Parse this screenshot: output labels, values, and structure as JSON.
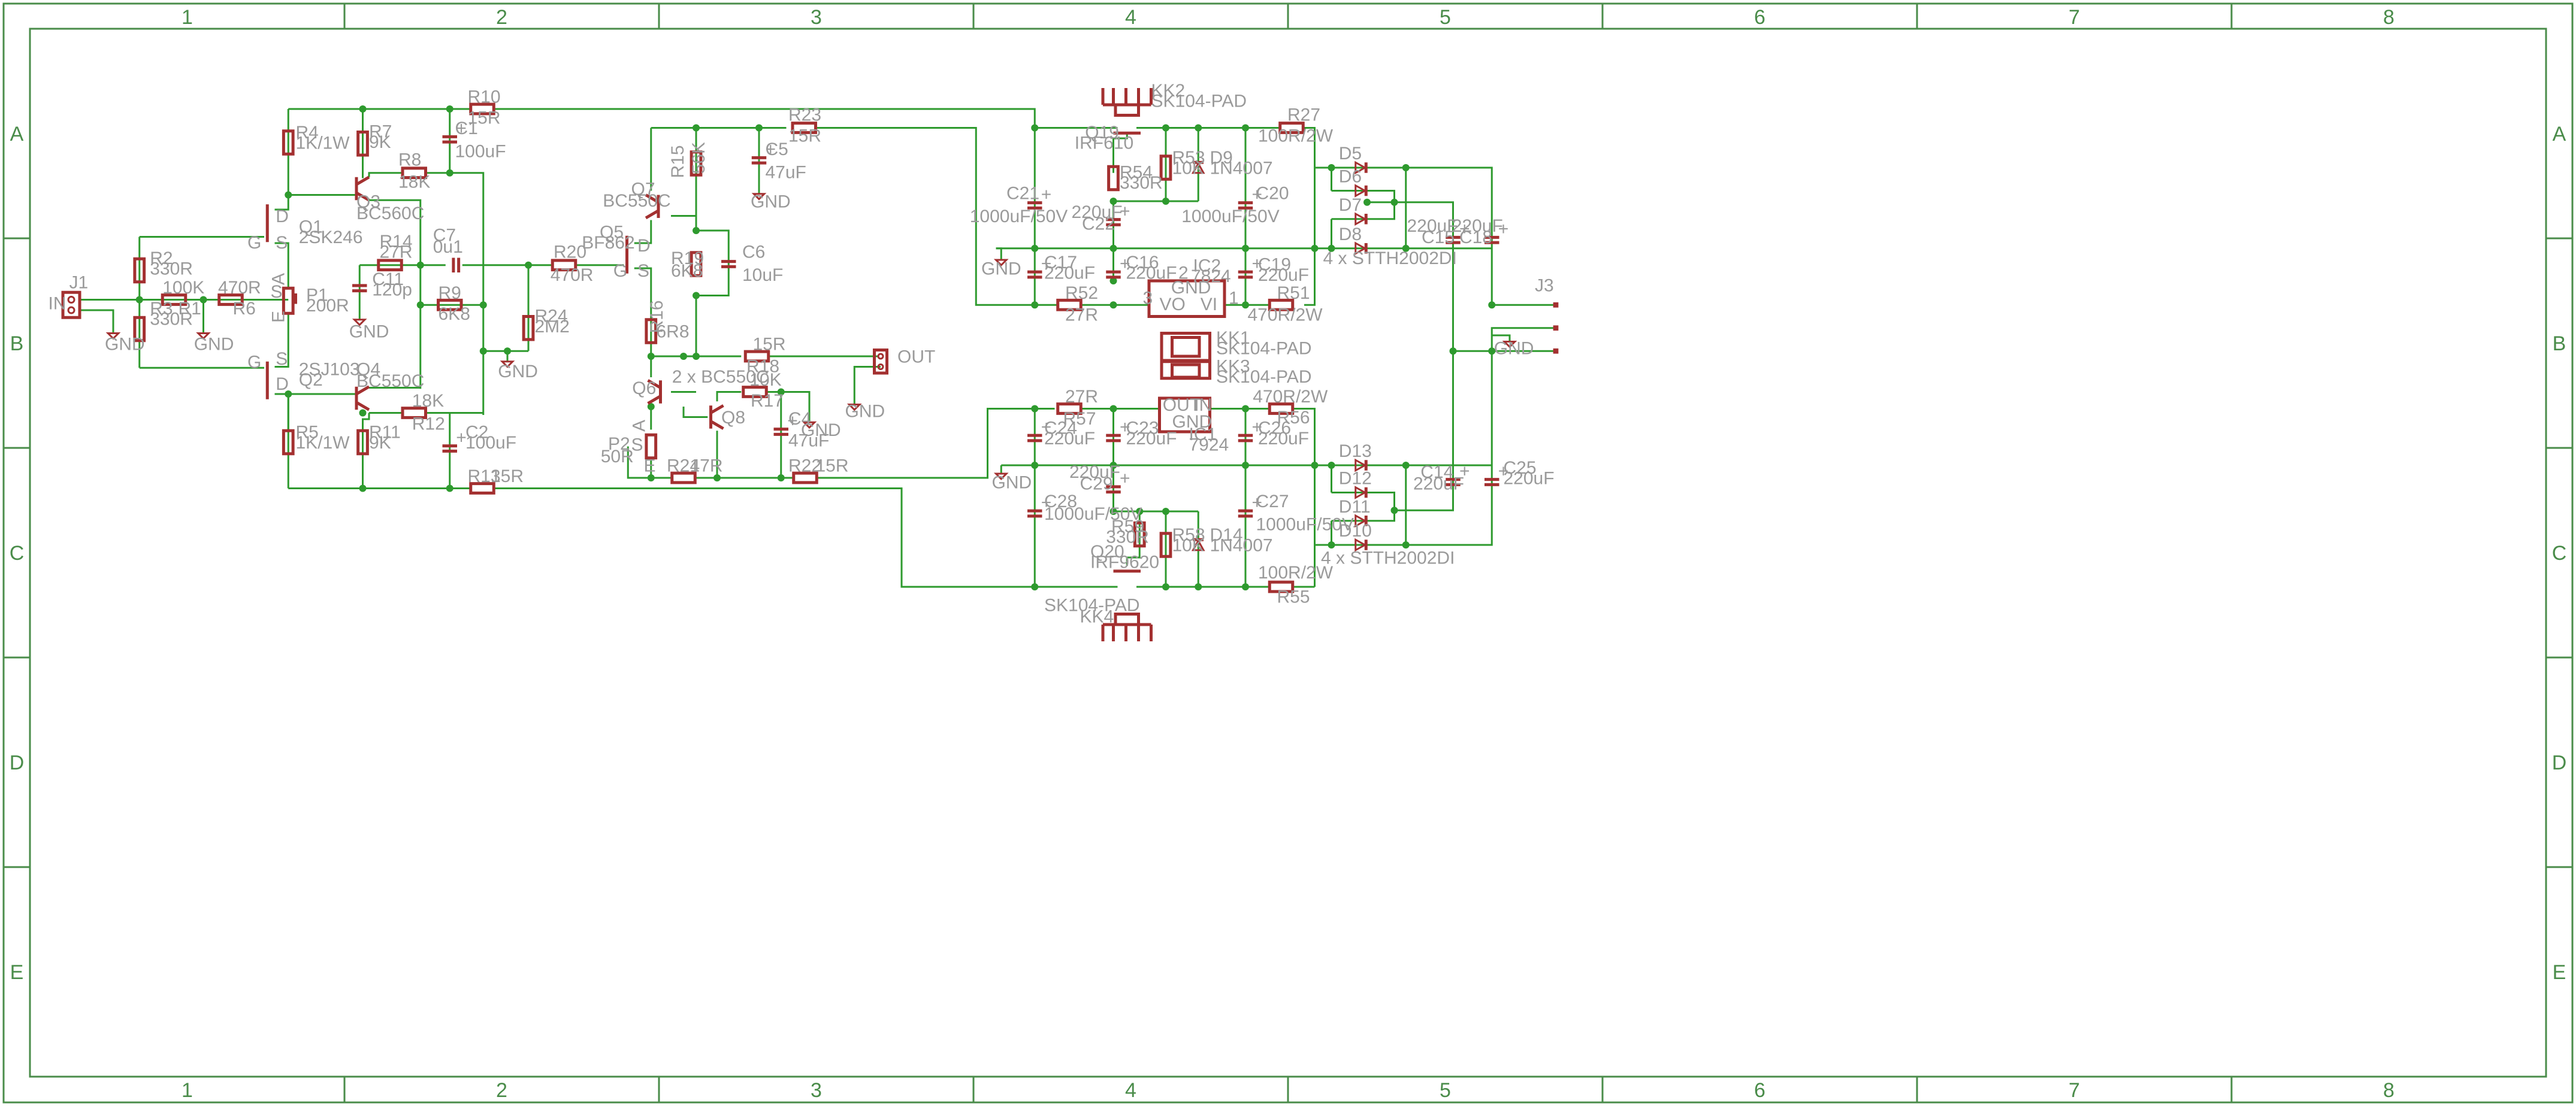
{
  "frame": {
    "columns": [
      "1",
      "2",
      "3",
      "4",
      "5",
      "6",
      "7",
      "8"
    ],
    "rows": [
      "A",
      "B",
      "C",
      "D",
      "E"
    ]
  },
  "colors": {
    "wire": "#2e9a2e",
    "symbol": "#a33030",
    "text": "#9a9a9a",
    "frame": "#4a8c4a"
  },
  "labels": {
    "IN": "IN",
    "J1": "J1",
    "J3": "J3",
    "OUT": "OUT",
    "GND": "GND",
    "R1": "R1",
    "R1v": "100K",
    "R2": "R2",
    "R2v": "330R",
    "R3": "R3",
    "R3v": "330R",
    "R4": "R4",
    "R4v": "1K/1W",
    "R5": "R5",
    "R5v": "1K/1W",
    "R6": "R6",
    "R6v": "470R",
    "R7": "R7",
    "R7v": "9K",
    "R8": "R8",
    "R8v": "18K",
    "R9": "R9",
    "R9v": "6K8",
    "R10": "R10",
    "R10v": "15R",
    "R11": "R11",
    "R11v": "9K",
    "R12": "R12",
    "R12v": "18K",
    "R13": "R13",
    "R13v": "15R",
    "R14": "R14",
    "R14v": "27R",
    "R15": "R15",
    "R15v": "56K",
    "R16": "R16",
    "R16v": "6R8",
    "R17": "R17",
    "R17v": "10K",
    "R18": "R18",
    "R18v": "15R",
    "R19": "R19",
    "R19v": "6K8",
    "R20": "R20",
    "R20v": "470R",
    "R21": "R21",
    "R21v": "47R",
    "R22": "R22",
    "R22v": "15R",
    "R23": "R23",
    "R23v": "15R",
    "R24": "R24",
    "R24v": "2M2",
    "R27": "R27",
    "R27v": "100R/2W",
    "R51": "R51",
    "R51v": "470R/2W",
    "R52": "R52",
    "R52v": "27R",
    "R53": "R53",
    "R53v": "10K",
    "R54": "R54",
    "R54v": "330R",
    "R55": "R55",
    "R55v": "100R/2W",
    "R56": "R56",
    "R56v": "470R/2W",
    "R57": "R57",
    "R57v": "27R",
    "R58": "R58",
    "R58v": "10K",
    "R59": "R59",
    "R59v": "330R",
    "C1": "C1",
    "C1v": "100uF",
    "C2": "C2",
    "C2v": "100uF",
    "C4": "C4",
    "C4v": "47uF",
    "C5": "C5",
    "C5v": "47uF",
    "C6": "C6",
    "C6v": "10uF",
    "C7": "C7",
    "C7v": "0u1",
    "C11": "C11",
    "C11v": "120p",
    "C14": "C14",
    "C14v": "220uF",
    "C15": "C15",
    "C15v": "220uF",
    "C16": "C16",
    "C16v": "220uF",
    "C17": "C17",
    "C17v": "220uF",
    "C18": "C18",
    "C18v": "220uF",
    "C19": "C19",
    "C19v": "220uF",
    "C20": "C20",
    "C20v": "1000uF/50V",
    "C21": "C21",
    "C21v": "1000uF/50V",
    "C22": "C22",
    "C22v": "220uF",
    "C23": "C23",
    "C23v": "220uF",
    "C24": "C24",
    "C24v": "220uF",
    "C25": "C25",
    "C25v": "220uF",
    "C26": "C26",
    "C26v": "220uF",
    "C27": "C27",
    "C27v": "1000uF/50V",
    "C28": "C28",
    "C28v": "1000uF/50V",
    "C29": "C29",
    "C29v": "220uF",
    "Q1": "Q1",
    "Q1v": "2SK246",
    "Q2": "Q2",
    "Q2v": "2SJ103",
    "Q3": "Q3",
    "Q3v": "BC560C",
    "Q4": "Q4",
    "Q4v": "BC550C",
    "Q5": "Q5",
    "Q5v": "BF862",
    "Q6": "Q6",
    "Q68v": "2 x BC550C",
    "Q7": "Q7",
    "Q7v": "BC550C",
    "Q8": "Q8",
    "Q19": "Q19",
    "Q19v": "IRF610",
    "Q20": "Q20",
    "Q20v": "IRF9620",
    "P1": "P1",
    "P1v": "200R",
    "P2": "P2",
    "P2v": "50R",
    "D5": "D5",
    "D6": "D6",
    "D7": "D7",
    "D8": "D8",
    "Dtopv": "4 x STTH2002DI",
    "D9": "D9",
    "D9v": "1N4007",
    "D10": "D10",
    "D11": "D11",
    "D12": "D12",
    "D13": "D13",
    "Dbotv": "4 x STTH2002DI",
    "D14": "D14",
    "D14v": "1N4007",
    "IC1": "IC1",
    "IC1v": "7924",
    "IC2": "IC2",
    "IC2v": "7824",
    "KK1": "KK1",
    "KK2": "KK2",
    "KK3": "KK3",
    "KK4": "KK4",
    "KKv": "SK104-PAD",
    "pinGND": "GND",
    "pinVO": "VO",
    "pinVI": "VI",
    "pinOUT": "OUT",
    "pinIN": "IN",
    "pinD": "D",
    "pinS": "S",
    "pinG": "G",
    "pinA": "A",
    "pinE": "E",
    "pin1": "1",
    "pin2": "2",
    "pin3": "3"
  }
}
